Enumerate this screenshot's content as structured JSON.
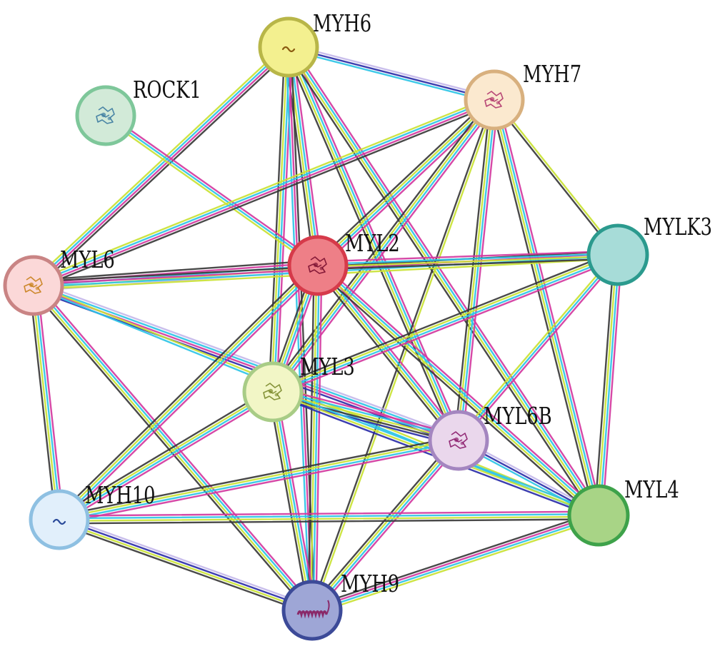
{
  "network": {
    "nodes": [
      {
        "id": "MYH6",
        "label": "MYH6",
        "fill": "#f3f08f",
        "stroke": "#b8b648",
        "glyph": "squiggle"
      },
      {
        "id": "ROCK1",
        "label": "ROCK1",
        "fill": "#d2ead8",
        "stroke": "#7ec79a",
        "glyph": "protein-structure"
      },
      {
        "id": "MYH7",
        "label": "MYH7",
        "fill": "#fbe9cf",
        "stroke": "#d8b07e",
        "glyph": "protein-structure"
      },
      {
        "id": "MYL2",
        "label": "MYL2",
        "fill": "#ee7f87",
        "stroke": "#d63a4a",
        "glyph": "protein-structure"
      },
      {
        "id": "MYLK3",
        "label": "MYLK3",
        "fill": "#a7dcd8",
        "stroke": "#2b9a8e",
        "glyph": "none"
      },
      {
        "id": "MYL6",
        "label": "MYL6",
        "fill": "#fbd8d8",
        "stroke": "#c98484",
        "glyph": "protein-structure"
      },
      {
        "id": "MYL3",
        "label": "MYL3",
        "fill": "#f2f6c6",
        "stroke": "#a8cc86",
        "glyph": "protein-structure"
      },
      {
        "id": "MYL6B",
        "label": "MYL6B",
        "fill": "#ead7ec",
        "stroke": "#a486c0",
        "glyph": "protein-structure"
      },
      {
        "id": "MYH10",
        "label": "MYH10",
        "fill": "#e1effb",
        "stroke": "#8ec0e2",
        "glyph": "squiggle"
      },
      {
        "id": "MYL4",
        "label": "MYL4",
        "fill": "#a8d486",
        "stroke": "#3ea24a",
        "glyph": "none"
      },
      {
        "id": "MYH9",
        "label": "MYH9",
        "fill": "#9ea6d6",
        "stroke": "#3c4a98",
        "glyph": "helix"
      }
    ],
    "evidence_colors": {
      "experiments": "#d33aa0",
      "databases": "#2ec4e6",
      "textmining": "#c9e234",
      "coexpression": "#3a3a3a",
      "homology": "#b7a8e6",
      "cooccurrence": "#2b2ea8"
    },
    "edges": [
      {
        "source": "MYH6",
        "target": "MYH7",
        "evidence": [
          "homology",
          "cooccurrence",
          "databases"
        ]
      },
      {
        "source": "MYH6",
        "target": "MYL6",
        "evidence": [
          "coexpression",
          "experiments",
          "databases",
          "textmining"
        ]
      },
      {
        "source": "MYH6",
        "target": "MYL2",
        "evidence": [
          "experiments",
          "databases",
          "textmining",
          "coexpression"
        ]
      },
      {
        "source": "MYH6",
        "target": "MYL3",
        "evidence": [
          "experiments",
          "databases",
          "textmining",
          "coexpression"
        ]
      },
      {
        "source": "MYH6",
        "target": "MYL6B",
        "evidence": [
          "experiments",
          "databases",
          "textmining",
          "coexpression"
        ]
      },
      {
        "source": "MYH6",
        "target": "MYL4",
        "evidence": [
          "experiments",
          "databases",
          "textmining",
          "coexpression"
        ]
      },
      {
        "source": "MYH6",
        "target": "MYH9",
        "evidence": [
          "coexpression",
          "experiments",
          "databases"
        ]
      },
      {
        "source": "ROCK1",
        "target": "MYL2",
        "evidence": [
          "experiments",
          "databases",
          "textmining"
        ]
      },
      {
        "source": "MYH7",
        "target": "MYL6",
        "evidence": [
          "coexpression",
          "experiments",
          "databases",
          "textmining"
        ]
      },
      {
        "source": "MYH7",
        "target": "MYL2",
        "evidence": [
          "experiments",
          "databases",
          "textmining",
          "coexpression"
        ]
      },
      {
        "source": "MYH7",
        "target": "MYL3",
        "evidence": [
          "experiments",
          "databases",
          "textmining",
          "coexpression"
        ]
      },
      {
        "source": "MYH7",
        "target": "MYL6B",
        "evidence": [
          "experiments",
          "databases",
          "textmining",
          "coexpression"
        ]
      },
      {
        "source": "MYH7",
        "target": "MYLK3",
        "evidence": [
          "textmining",
          "coexpression"
        ]
      },
      {
        "source": "MYH7",
        "target": "MYL4",
        "evidence": [
          "experiments",
          "databases",
          "textmining",
          "coexpression"
        ]
      },
      {
        "source": "MYH7",
        "target": "MYH9",
        "evidence": [
          "textmining",
          "coexpression"
        ]
      },
      {
        "source": "MYL6",
        "target": "MYL2",
        "evidence": [
          "coexpression",
          "experiments",
          "databases",
          "textmining",
          "homology"
        ]
      },
      {
        "source": "MYL6",
        "target": "MYLK3",
        "evidence": [
          "coexpression",
          "experiments",
          "databases",
          "textmining"
        ]
      },
      {
        "source": "MYL6",
        "target": "MYL6B",
        "evidence": [
          "homology",
          "databases",
          "experiments",
          "cooccurrence"
        ]
      },
      {
        "source": "MYL6",
        "target": "MYH10",
        "evidence": [
          "experiments",
          "databases",
          "textmining",
          "coexpression"
        ]
      },
      {
        "source": "MYL6",
        "target": "MYH9",
        "evidence": [
          "experiments",
          "databases",
          "textmining",
          "coexpression"
        ]
      },
      {
        "source": "MYL6",
        "target": "MYL4",
        "evidence": [
          "textmining",
          "databases"
        ]
      },
      {
        "source": "MYL2",
        "target": "MYLK3",
        "evidence": [
          "experiments",
          "databases",
          "textmining",
          "coexpression"
        ]
      },
      {
        "source": "MYL2",
        "target": "MYL3",
        "evidence": [
          "experiments",
          "databases",
          "textmining",
          "coexpression"
        ]
      },
      {
        "source": "MYL2",
        "target": "MYL6B",
        "evidence": [
          "experiments",
          "databases",
          "textmining",
          "coexpression"
        ]
      },
      {
        "source": "MYL2",
        "target": "MYL4",
        "evidence": [
          "experiments",
          "databases",
          "textmining",
          "coexpression"
        ]
      },
      {
        "source": "MYL2",
        "target": "MYH10",
        "evidence": [
          "experiments",
          "databases",
          "textmining",
          "coexpression"
        ]
      },
      {
        "source": "MYL2",
        "target": "MYH9",
        "evidence": [
          "experiments",
          "databases",
          "textmining",
          "coexpression"
        ]
      },
      {
        "source": "MYLK3",
        "target": "MYL3",
        "evidence": [
          "experiments",
          "databases",
          "textmining",
          "coexpression"
        ]
      },
      {
        "source": "MYLK3",
        "target": "MYL6B",
        "evidence": [
          "experiments",
          "databases",
          "textmining"
        ]
      },
      {
        "source": "MYLK3",
        "target": "MYL4",
        "evidence": [
          "experiments",
          "databases",
          "textmining",
          "coexpression"
        ]
      },
      {
        "source": "MYL3",
        "target": "MYL6B",
        "evidence": [
          "experiments",
          "databases",
          "textmining",
          "coexpression",
          "cooccurrence"
        ]
      },
      {
        "source": "MYL3",
        "target": "MYL4",
        "evidence": [
          "databases",
          "textmining",
          "cooccurrence"
        ]
      },
      {
        "source": "MYL3",
        "target": "MYH10",
        "evidence": [
          "experiments",
          "databases",
          "textmining",
          "coexpression"
        ]
      },
      {
        "source": "MYL3",
        "target": "MYH9",
        "evidence": [
          "experiments",
          "databases",
          "textmining",
          "coexpression"
        ]
      },
      {
        "source": "MYL6B",
        "target": "MYL4",
        "evidence": [
          "homology",
          "cooccurrence",
          "databases"
        ]
      },
      {
        "source": "MYL6B",
        "target": "MYH10",
        "evidence": [
          "experiments",
          "databases",
          "textmining",
          "coexpression"
        ]
      },
      {
        "source": "MYL6B",
        "target": "MYH9",
        "evidence": [
          "experiments",
          "databases",
          "textmining",
          "coexpression"
        ]
      },
      {
        "source": "MYH10",
        "target": "MYL4",
        "evidence": [
          "experiments",
          "databases",
          "textmining",
          "coexpression"
        ]
      },
      {
        "source": "MYH10",
        "target": "MYH9",
        "evidence": [
          "homology",
          "cooccurrence",
          "textmining",
          "coexpression"
        ]
      },
      {
        "source": "MYH9",
        "target": "MYL4",
        "evidence": [
          "coexpression",
          "experiments",
          "databases",
          "textmining"
        ]
      }
    ]
  }
}
